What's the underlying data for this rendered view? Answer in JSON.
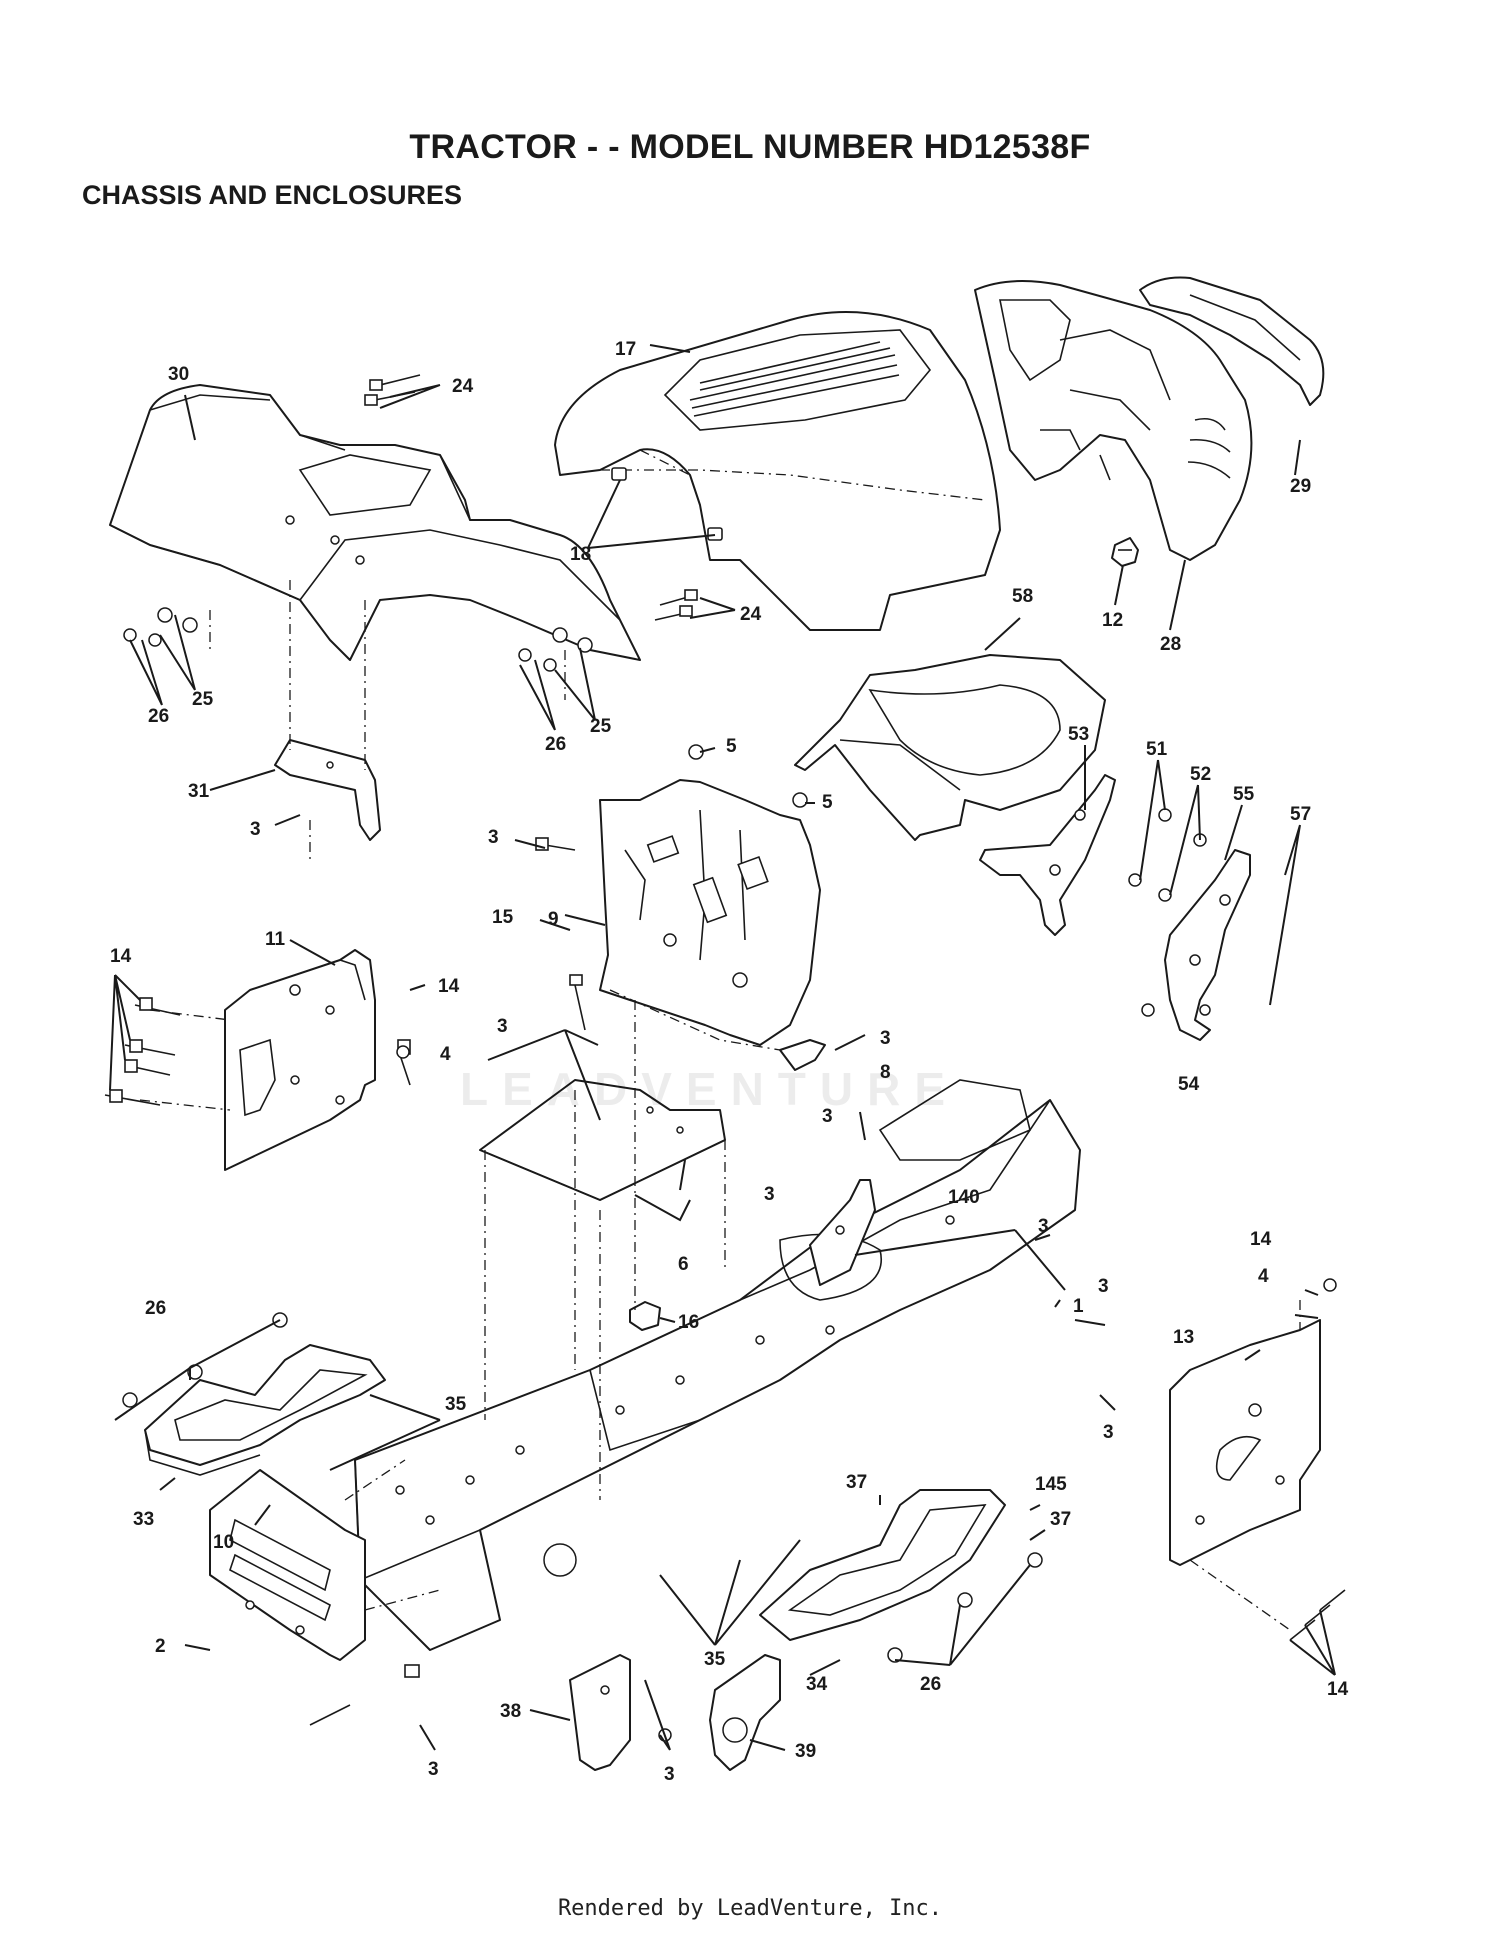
{
  "title": "TRACTOR - - MODEL NUMBER HD12538F",
  "subtitle": "CHASSIS AND ENCLOSURES",
  "watermark": "LEADVENTURE",
  "footer": "Rendered by LeadVenture, Inc.",
  "callouts": [
    {
      "id": "c30",
      "text": "30"
    },
    {
      "id": "c24a",
      "text": "24"
    },
    {
      "id": "c17",
      "text": "17"
    },
    {
      "id": "c29",
      "text": "29"
    },
    {
      "id": "c18",
      "text": "18"
    },
    {
      "id": "c24b",
      "text": "24"
    },
    {
      "id": "c12",
      "text": "12"
    },
    {
      "id": "c28",
      "text": "28"
    },
    {
      "id": "c58",
      "text": "58"
    },
    {
      "id": "c25a",
      "text": "25"
    },
    {
      "id": "c26a",
      "text": "26"
    },
    {
      "id": "c26b",
      "text": "26"
    },
    {
      "id": "c25b",
      "text": "25"
    },
    {
      "id": "c5a",
      "text": "5"
    },
    {
      "id": "c5b",
      "text": "5"
    },
    {
      "id": "c53",
      "text": "53"
    },
    {
      "id": "c51",
      "text": "51"
    },
    {
      "id": "c52",
      "text": "52"
    },
    {
      "id": "c55",
      "text": "55"
    },
    {
      "id": "c57",
      "text": "57"
    },
    {
      "id": "c31",
      "text": "31"
    },
    {
      "id": "c3a",
      "text": "3"
    },
    {
      "id": "c3b",
      "text": "3"
    },
    {
      "id": "c9",
      "text": "9"
    },
    {
      "id": "c11",
      "text": "11"
    },
    {
      "id": "c14a",
      "text": "14"
    },
    {
      "id": "c15",
      "text": "15"
    },
    {
      "id": "c14b",
      "text": "14"
    },
    {
      "id": "c3c",
      "text": "3"
    },
    {
      "id": "c4a",
      "text": "4"
    },
    {
      "id": "c3d",
      "text": "3"
    },
    {
      "id": "c8",
      "text": "8"
    },
    {
      "id": "c54",
      "text": "54"
    },
    {
      "id": "c3e",
      "text": "3"
    },
    {
      "id": "c6",
      "text": "6"
    },
    {
      "id": "c3f",
      "text": "3"
    },
    {
      "id": "c140",
      "text": "140"
    },
    {
      "id": "c3g",
      "text": "3"
    },
    {
      "id": "c14c",
      "text": "14"
    },
    {
      "id": "c3h",
      "text": "3"
    },
    {
      "id": "c4b",
      "text": "4"
    },
    {
      "id": "c1",
      "text": "1"
    },
    {
      "id": "c16",
      "text": "16"
    },
    {
      "id": "c26c",
      "text": "26"
    },
    {
      "id": "c13",
      "text": "13"
    },
    {
      "id": "c35a",
      "text": "35"
    },
    {
      "id": "c3i",
      "text": "3"
    },
    {
      "id": "c37a",
      "text": "37"
    },
    {
      "id": "c145",
      "text": "145"
    },
    {
      "id": "c33",
      "text": "33"
    },
    {
      "id": "c37b",
      "text": "37"
    },
    {
      "id": "c10",
      "text": "10"
    },
    {
      "id": "c2",
      "text": "2"
    },
    {
      "id": "c35b",
      "text": "35"
    },
    {
      "id": "c34",
      "text": "34"
    },
    {
      "id": "c14d",
      "text": "14"
    },
    {
      "id": "c26d",
      "text": "26"
    },
    {
      "id": "c38",
      "text": "38"
    },
    {
      "id": "c39",
      "text": "39"
    },
    {
      "id": "c3j",
      "text": "3"
    },
    {
      "id": "c3k",
      "text": "3"
    }
  ]
}
